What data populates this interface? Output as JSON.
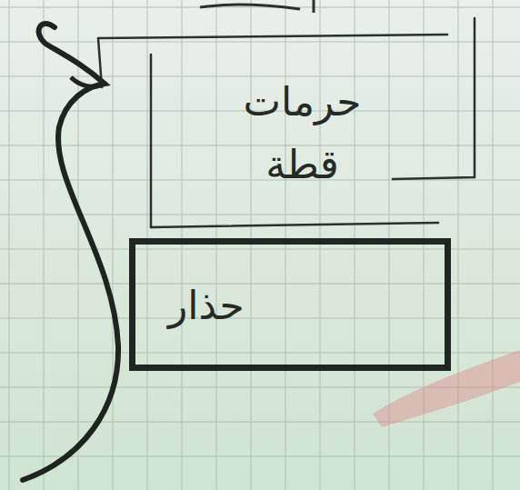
{
  "diagram": {
    "nodes": [
      {
        "text": [
          "حرمات",
          "قطة"
        ]
      },
      {
        "text": [
          "حذار"
        ]
      }
    ]
  }
}
